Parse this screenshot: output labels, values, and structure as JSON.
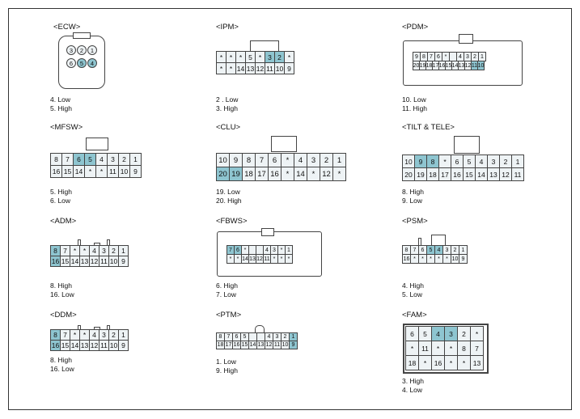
{
  "connectors": [
    {
      "id": "ecw",
      "title": "<ECW>",
      "rows": [
        [
          "3",
          "2",
          "1"
        ],
        [
          "6",
          "5",
          "4"
        ]
      ],
      "highlight": [
        "4",
        "5"
      ],
      "pins": [
        "4. Low",
        "5. High"
      ]
    },
    {
      "id": "ipm",
      "title": "<IPM>",
      "rows": [
        [
          "*",
          "*",
          "*",
          "5",
          "*",
          "3",
          "2",
          "*"
        ],
        [
          "*",
          "*",
          "14",
          "13",
          "12",
          "11",
          "10",
          "9"
        ]
      ],
      "highlight": [
        "3",
        "2"
      ],
      "pins": [
        "2 . Low",
        "3. High"
      ]
    },
    {
      "id": "pdm",
      "title": "<PDM>",
      "rows": [
        [
          "9",
          "8",
          "7",
          "6",
          "*",
          "",
          "4",
          "3",
          "2",
          "1"
        ],
        [
          "20",
          "19",
          "18",
          "17",
          "16",
          "15",
          "14",
          "13",
          "12",
          "11",
          "10"
        ]
      ],
      "highlight": [
        "10",
        "11"
      ],
      "pins": [
        "10. Low",
        "11. High"
      ]
    },
    {
      "id": "mfsw",
      "title": "<MFSW>",
      "rows": [
        [
          "8",
          "7",
          "6",
          "5",
          "4",
          "3",
          "2",
          "1"
        ],
        [
          "16",
          "15",
          "14",
          "*",
          "*",
          "11",
          "10",
          "9"
        ]
      ],
      "highlight": [
        "6",
        "5"
      ],
      "pins": [
        "5. High",
        "6. Low"
      ]
    },
    {
      "id": "clu",
      "title": "<CLU>",
      "rows": [
        [
          "10",
          "9",
          "8",
          "7",
          "6",
          "*",
          "4",
          "3",
          "2",
          "1"
        ],
        [
          "20",
          "19",
          "18",
          "17",
          "16",
          "*",
          "14",
          "*",
          "12",
          "*"
        ]
      ],
      "highlight": [
        "20",
        "19"
      ],
      "pins": [
        "19. Low",
        "20. High"
      ]
    },
    {
      "id": "tilt",
      "title": "<TILT & TELE>",
      "rows": [
        [
          "10",
          "9",
          "8",
          "*",
          "6",
          "5",
          "4",
          "3",
          "2",
          "1"
        ],
        [
          "20",
          "19",
          "18",
          "17",
          "16",
          "15",
          "14",
          "13",
          "12",
          "11"
        ]
      ],
      "highlight": [
        "9",
        "8"
      ],
      "pins": [
        "8. High",
        "9. Low"
      ]
    },
    {
      "id": "adm",
      "title": "<ADM>",
      "rows": [
        [
          "8",
          "7",
          "*",
          "*",
          "4",
          "3",
          "2",
          "1"
        ],
        [
          "16",
          "15",
          "14",
          "13",
          "12",
          "11",
          "10",
          "9"
        ]
      ],
      "highlight": [
        "8",
        "16"
      ],
      "pins": [
        "8. High",
        "16. Low"
      ]
    },
    {
      "id": "fbws",
      "title": "<FBWS>",
      "rows": [
        [
          "7",
          "6",
          "*",
          "",
          "",
          "4",
          "3",
          "*",
          "1"
        ],
        [
          "*",
          "*",
          "14",
          "13",
          "12",
          "11",
          "*",
          "*",
          "*"
        ]
      ],
      "highlight": [
        "7",
        "6"
      ],
      "pins": [
        "6. High",
        "7. Low"
      ]
    },
    {
      "id": "psm",
      "title": "<PSM>",
      "rows": [
        [
          "8",
          "7",
          "6",
          "5",
          "4",
          "3",
          "2",
          "1"
        ],
        [
          "16",
          "*",
          "*",
          "*",
          "*",
          "*",
          "10",
          "9"
        ]
      ],
      "highlight": [
        "5",
        "4"
      ],
      "pins": [
        "4. High",
        "5. Low"
      ]
    },
    {
      "id": "ddm",
      "title": "<DDM>",
      "rows": [
        [
          "8",
          "7",
          "*",
          "*",
          "4",
          "3",
          "2",
          "1"
        ],
        [
          "16",
          "15",
          "14",
          "13",
          "12",
          "11",
          "10",
          "9"
        ]
      ],
      "highlight": [
        "8",
        "16"
      ],
      "pins": [
        "8. High",
        "16. Low"
      ]
    },
    {
      "id": "ptm",
      "title": "<PTM>",
      "rows": [
        [
          "8",
          "7",
          "6",
          "5",
          "",
          "",
          "4",
          "3",
          "2",
          "1"
        ],
        [
          "18",
          "17",
          "16",
          "15",
          "14",
          "13",
          "12",
          "11",
          "10",
          "9"
        ]
      ],
      "highlight": [
        "1",
        "9"
      ],
      "pins": [
        "1. Low",
        "9. High"
      ]
    },
    {
      "id": "fam",
      "title": "<FAM>",
      "rows": [
        [
          "6",
          "5",
          "4",
          "3",
          "2",
          "*"
        ],
        [
          "*",
          "11",
          "*",
          "*",
          "8",
          "7"
        ],
        [
          "18",
          "*",
          "16",
          "*",
          "*",
          "13"
        ]
      ],
      "highlight": [
        "4",
        "3"
      ],
      "pins": [
        "3. High",
        "4. Low"
      ]
    }
  ]
}
